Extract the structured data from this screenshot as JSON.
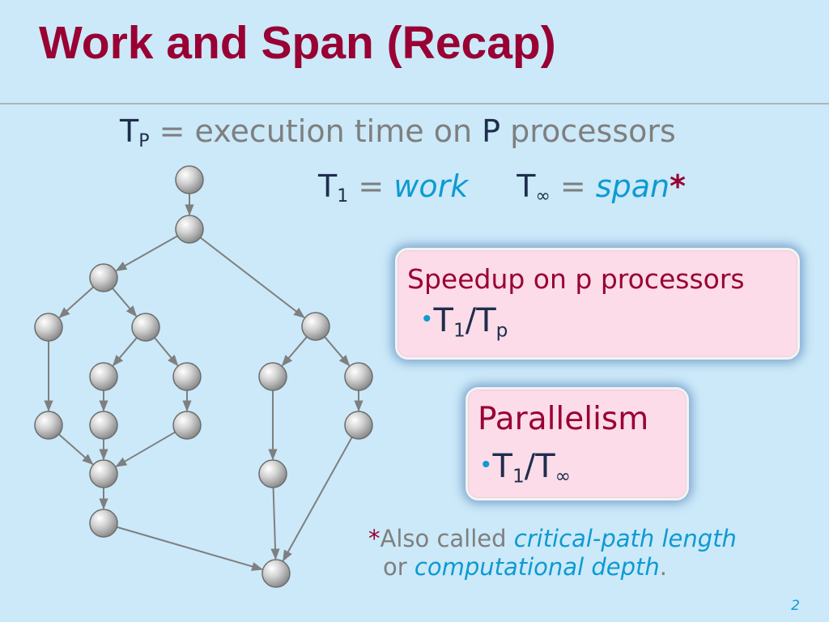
{
  "title": "Work and Span (Recap)",
  "tp_line": {
    "symbol": "T",
    "sub": "P",
    "eq": " = ",
    "text": "execution time on ",
    "p": "P",
    "tail": " processors"
  },
  "t1_line": {
    "t1_symbol": "T",
    "t1_sub": "1",
    "eq": " = ",
    "work": "work",
    "tinf_symbol": "T",
    "tinf_sub": "∞",
    "span": "span",
    "star": "*"
  },
  "speedup_box": {
    "title": "Speedup on p processors",
    "bullet": "•",
    "t_symbol": "T",
    "t_sub": "1",
    "slash": "/",
    "t2_symbol": "T",
    "t2_sub": "p"
  },
  "parallelism_box": {
    "title": "Parallelism",
    "bullet": "•",
    "t_symbol": "T",
    "t_sub": "1",
    "slash": "/",
    "t2_symbol": "T",
    "t2_sub": "∞"
  },
  "footnote": {
    "star": "*",
    "text1": "Also called ",
    "term1": "critical-path length",
    "text2": "or ",
    "term2": "computational depth",
    "end": "."
  },
  "page_number": "2",
  "colors": {
    "background": "#cbe9f9",
    "title": "#990033",
    "accent": "#0e9ad2",
    "box_fill": "#fbdce8",
    "node_fill": "#c8c8c8",
    "edge": "#7f7f7f"
  }
}
